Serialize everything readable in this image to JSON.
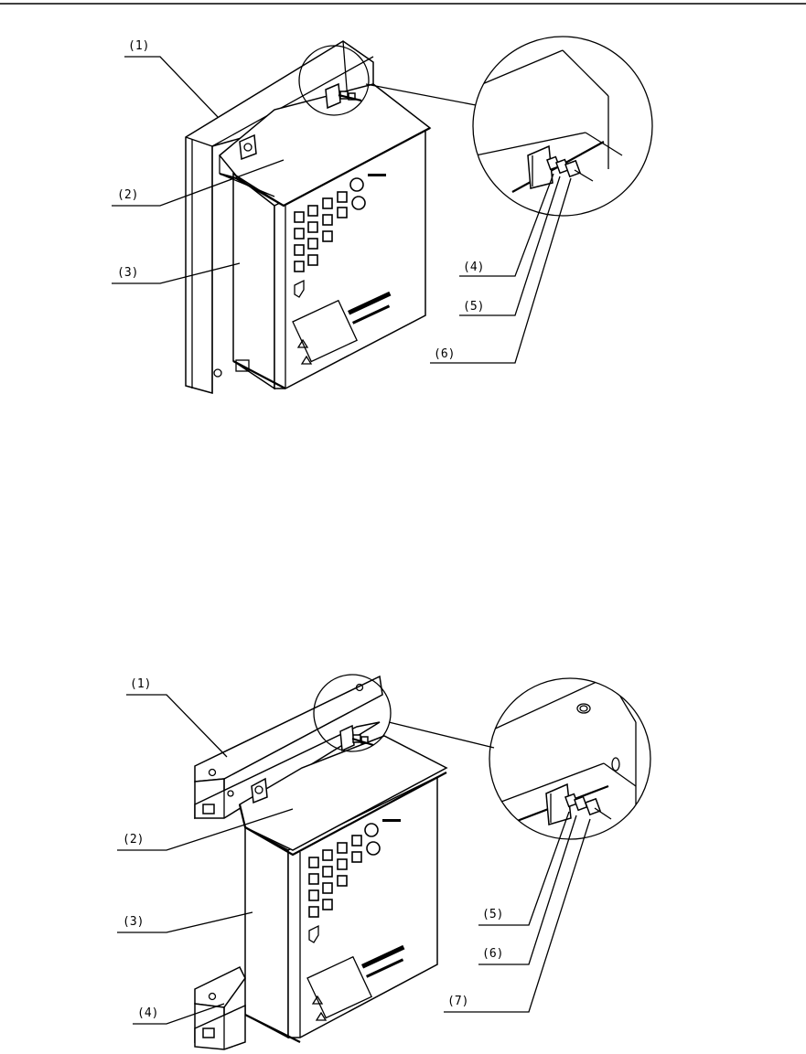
{
  "figure_top": {
    "labels": [
      "(1)",
      "(2)",
      "(3)",
      "(4)",
      "(5)",
      "(6)"
    ]
  },
  "figure_bottom": {
    "labels": [
      "(1)",
      "(2)",
      "(3)",
      "(4)",
      "(5)",
      "(6)",
      "(7)"
    ]
  },
  "colors": {
    "ink": "#000000",
    "paper": "#ffffff"
  }
}
